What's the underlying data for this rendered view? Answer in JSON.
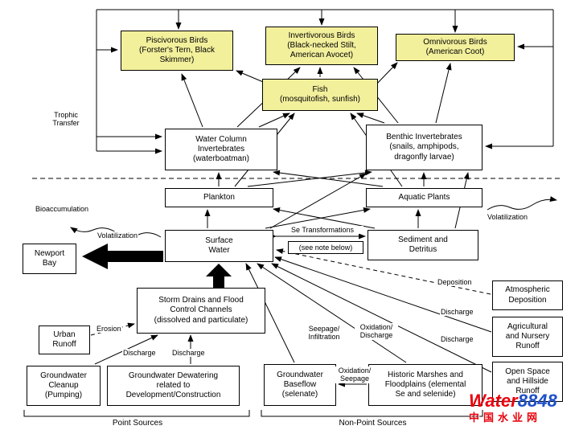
{
  "nodes": {
    "piscivorous_birds": "Piscivorous Birds\n(Forster's Tern, Black\nSkimmer)",
    "invertivorous_birds": "Invertivorous Birds\n(Black-necked Stilt,\nAmerican Avocet)",
    "omnivorous_birds": "Omnivorous Birds\n(American Coot)",
    "fish": "Fish\n(mosquitofish, sunfish)",
    "water_column_invertebrates": "Water Column\nInvertebrates\n(waterboatman)",
    "benthic_invertebrates": "Benthic Invertebrates\n(snails, amphipods,\ndragonfly larvae)",
    "plankton": "Plankton",
    "aquatic_plants": "Aquatic Plants",
    "surface_water": "Surface\nWater",
    "sediment_detritus": "Sediment and\nDetritus",
    "newport_bay": "Newport\nBay",
    "storm_drains": "Storm Drains and Flood\nControl Channels\n(dissolved and particulate)",
    "atmospheric_deposition": "Atmospheric\nDeposition",
    "agricultural_runoff": "Agricultural\nand Nursery\nRunoff",
    "urban_runoff": "Urban\nRunoff",
    "groundwater_cleanup": "Groundwater\nCleanup\n(Pumping)",
    "groundwater_dewatering": "Groundwater Dewatering\nrelated to\nDevelopment/Construction",
    "groundwater_baseflow": "Groundwater\nBaseflow\n(selenate)",
    "historic_marshes": "Historic Marshes and\nFloodplains (elemental\nSe and selenide)",
    "open_space_runoff": "Open Space\nand Hillside\nRunoff"
  },
  "labels": {
    "trophic_transfer": "Trophic\nTransfer",
    "bioaccumulation": "Bioaccumulation",
    "volatilization_left": "Volatilization",
    "volatilization_right": "Volatilization",
    "se_transformations": "Se Transformations",
    "se_note": "(see note below)",
    "deposition": "Deposition",
    "discharge_agricultural": "Discharge",
    "discharge_open_space": "Discharge",
    "discharge_cleanup": "Discharge",
    "discharge_dewatering": "Discharge",
    "erosion": "Erosion",
    "seepage_infiltration": "Seepage/\nInfiltration",
    "oxidation_discharge": "Oxidation/\nDischarge",
    "oxidation_seepage": "Oxidation/\nSeepage",
    "point_sources": "Point Sources",
    "non_point_sources": "Non-Point Sources"
  },
  "watermark": {
    "brand_water": "Water",
    "brand_8848": "8848",
    "brand_cn": "中国水业网"
  },
  "colors": {
    "bird_box_fill": "#f3f09c",
    "arrow": "#000000",
    "brand_red": "#e8000b",
    "brand_blue": "#1e50c8"
  }
}
